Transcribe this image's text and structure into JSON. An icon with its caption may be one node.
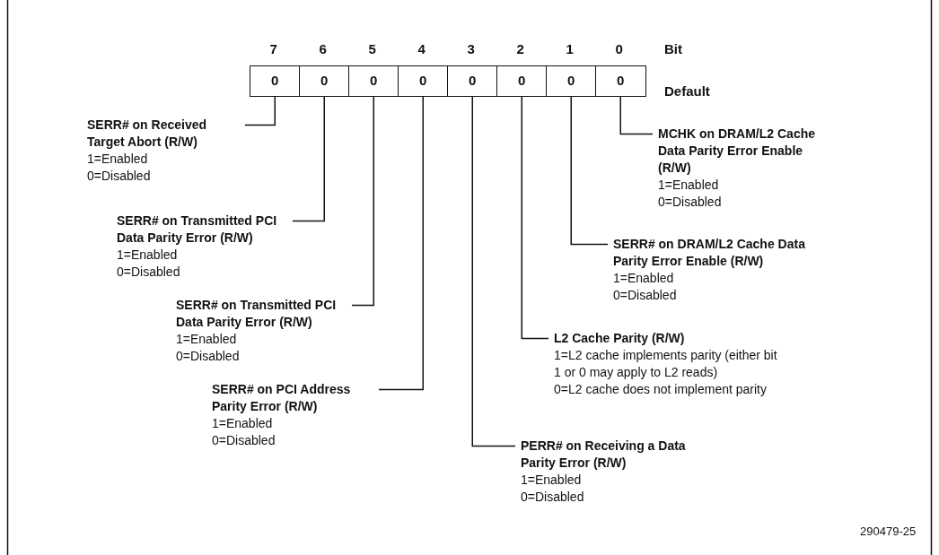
{
  "diagram": {
    "nodes": [
      {
        "text": [
          "0"
        ]
      },
      {
        "text": [
          "0"
        ]
      },
      {
        "text": [
          "0"
        ]
      },
      {
        "text": [
          "0"
        ]
      },
      {
        "text": [
          "0"
        ]
      },
      {
        "text": [
          "0"
        ]
      },
      {
        "text": [
          "0"
        ]
      },
      {
        "text": [
          "0"
        ]
      },
      {
        "text": [
          "SERR# on Received Target Abort (R/W)",
          "1=Enabled",
          "0=Disabled"
        ]
      },
      {
        "text": [
          "MCHK on DRAM/L2 Cache Data Parity Error Enable (R/W)",
          "1=Enabled",
          "0=Disabled"
        ]
      },
      {
        "text": [
          "SERR# on Transmitted PCI Data Parity Error (R/W)",
          "1=Enabled",
          "0=Disabled"
        ]
      },
      {
        "text": [
          "SERR# on DRAM/L2 Cache Data Parity Error Enable (R/W)",
          "1=Enabled",
          "0=Disabled"
        ]
      },
      {
        "text": [
          "SERR# on Transmitted PCI Data Parity Error (R/W)",
          "1=Enabled",
          "0=Disabled"
        ]
      },
      {
        "text": [
          "L2 Cache Parity (R/W)",
          "1=L2 cache implements parity (either bit 1 or 0 may apply to L2 reads)",
          "0=L2 cache does not implement parity"
        ]
      },
      {
        "text": [
          "SERR# on PCI Address Parity Error (R/W)",
          "1=Enabled",
          "0=Disabled"
        ]
      },
      {
        "text": [
          "PERR# on Receiving a Data Parity Error (R/W)",
          "1=Enabled",
          "0=Disabled"
        ]
      }
    ],
    "edges": [
      {
        "from": 8,
        "to": 0,
        "arrow": "none"
      },
      {
        "from": 9,
        "to": 7,
        "arrow": "none"
      },
      {
        "from": 10,
        "to": 1,
        "arrow": "none"
      },
      {
        "from": 11,
        "to": 6,
        "arrow": "none"
      },
      {
        "from": 12,
        "to": 2,
        "arrow": "none"
      },
      {
        "from": 13,
        "to": 5,
        "arrow": "none"
      },
      {
        "from": 14,
        "to": 3,
        "arrow": "none"
      },
      {
        "from": 15,
        "to": 4,
        "arrow": "none"
      }
    ],
    "labels": [
      "7",
      "6",
      "5",
      "4",
      "3",
      "2",
      "1",
      "0",
      "Bit",
      "Default",
      "290479-25"
    ]
  }
}
